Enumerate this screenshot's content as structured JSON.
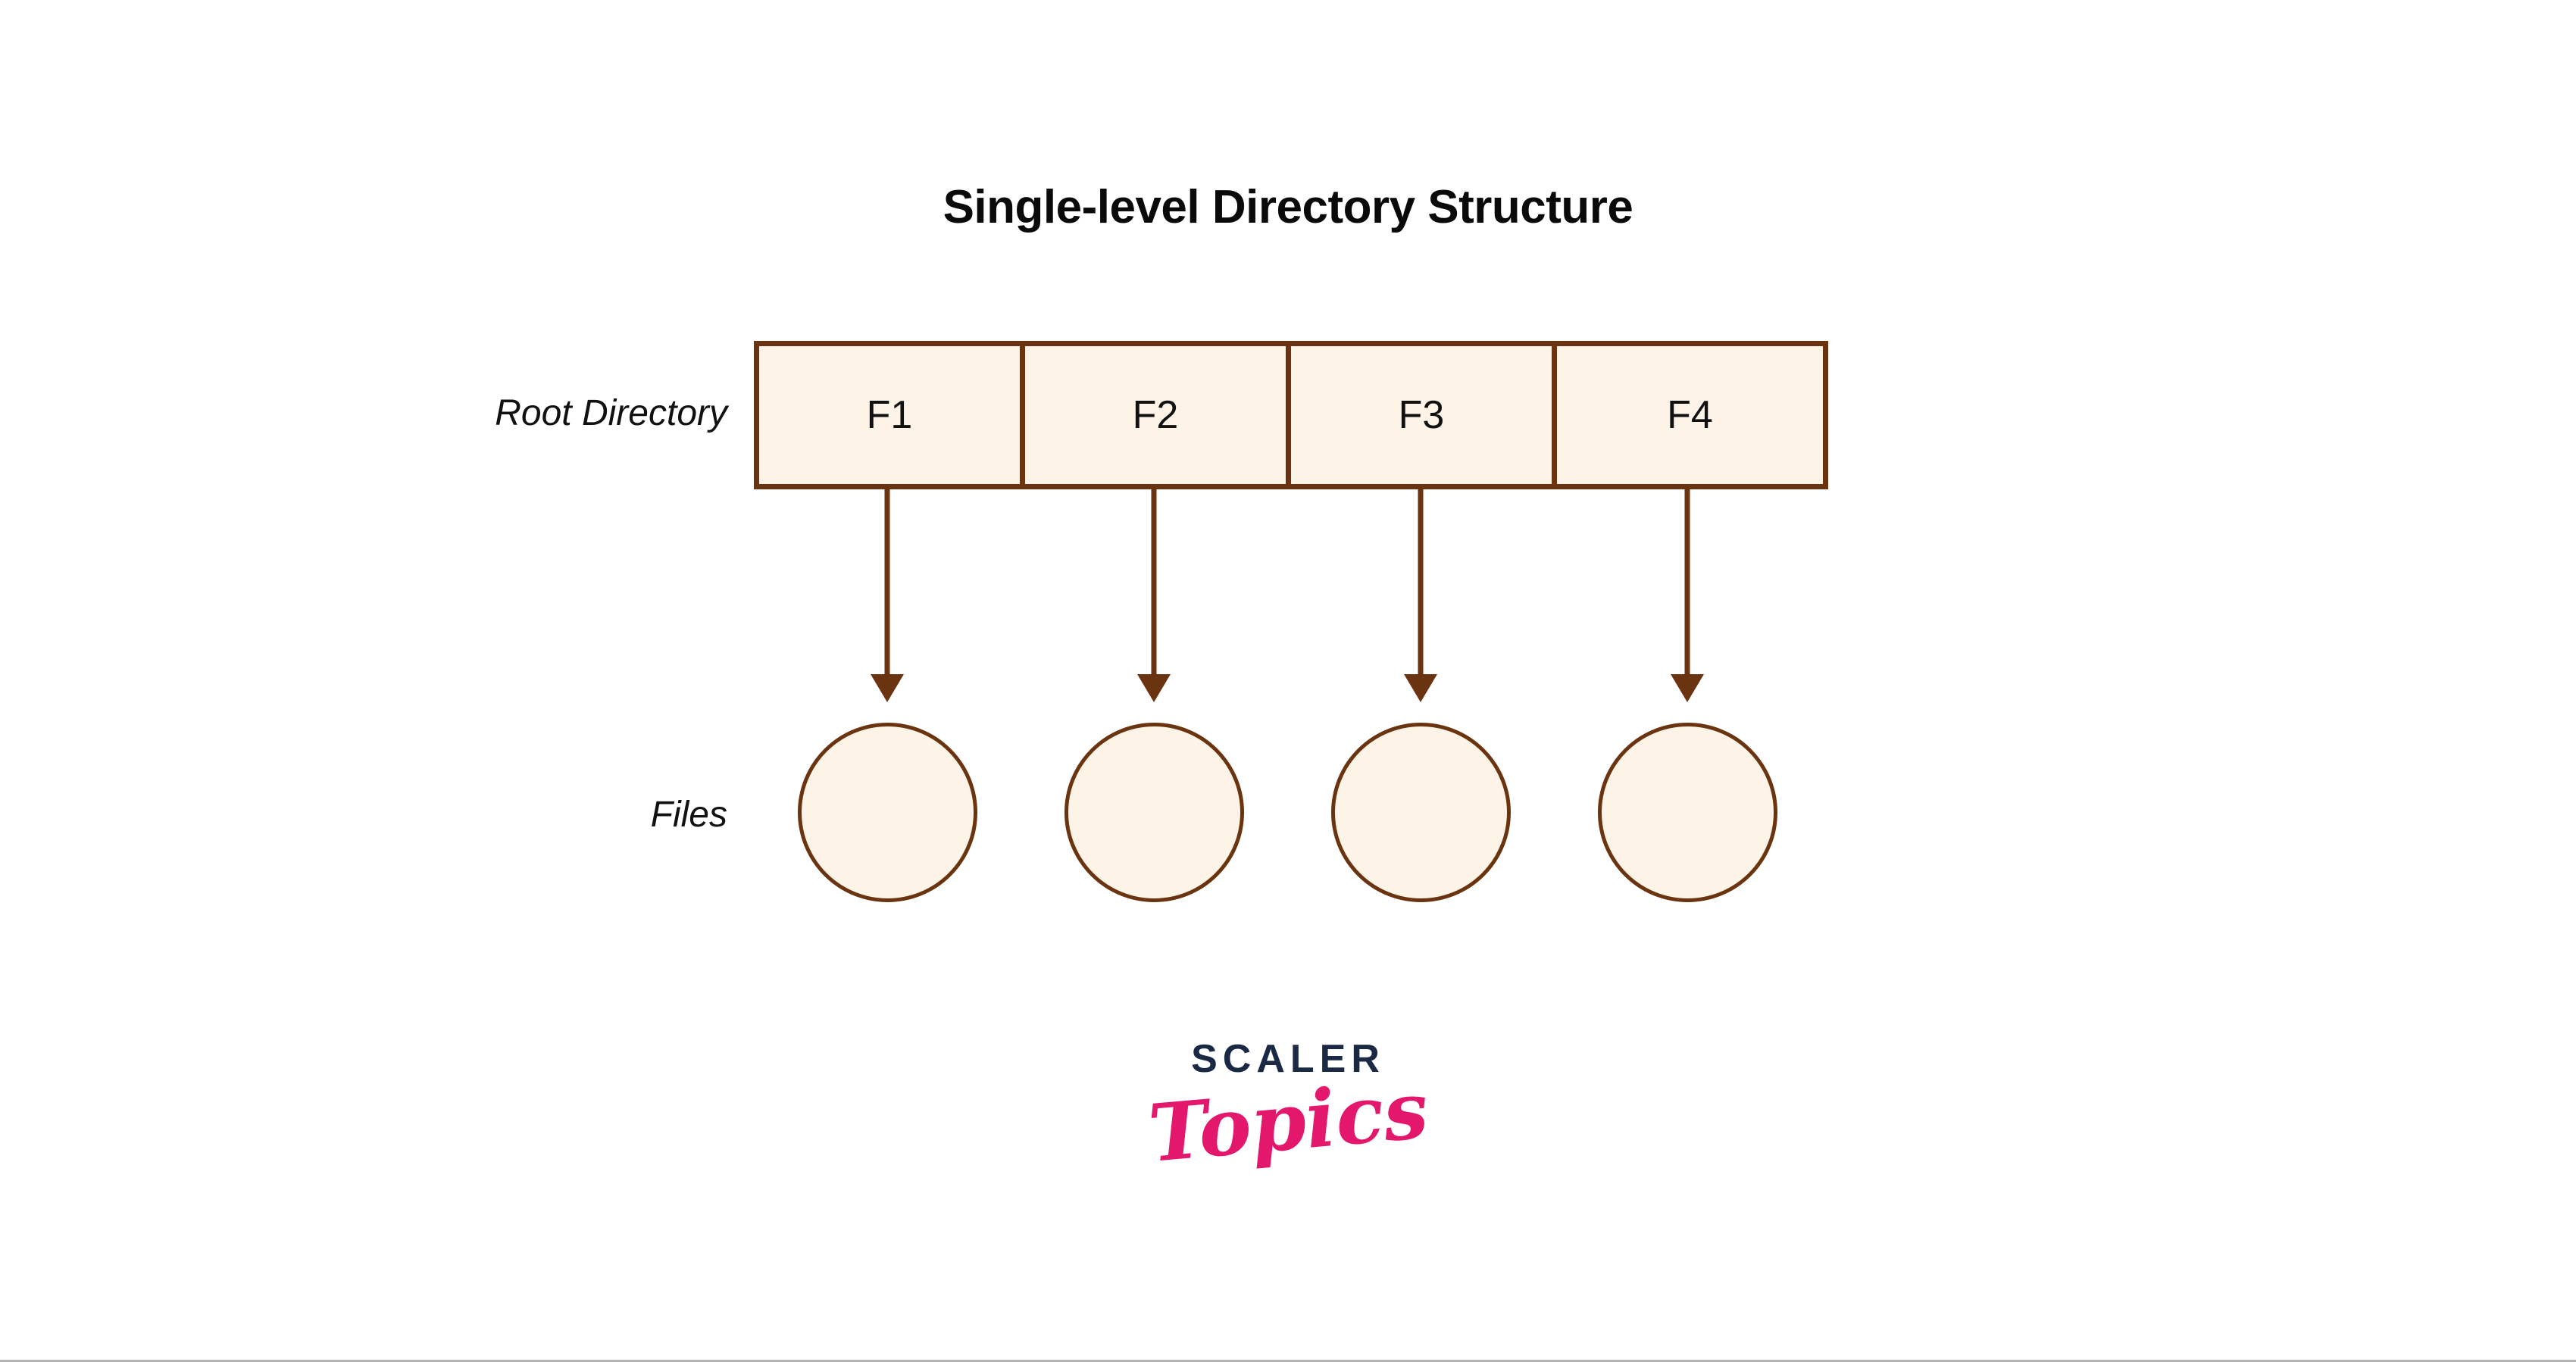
{
  "diagram": {
    "title": "Single-level Directory Structure",
    "type": "directory-structure-diagram",
    "labels": {
      "root_directory": "Root Directory",
      "files": "Files"
    },
    "root_directory_cells": [
      {
        "label": "F1"
      },
      {
        "label": "F2"
      },
      {
        "label": "F3"
      },
      {
        "label": "F4"
      }
    ],
    "file_nodes": [
      {
        "name": "file-circle-1"
      },
      {
        "name": "file-circle-2"
      },
      {
        "name": "file-circle-3"
      },
      {
        "name": "file-circle-4"
      }
    ],
    "arrows": [
      {
        "from": "F1",
        "to": "file-circle-1"
      },
      {
        "from": "F2",
        "to": "file-circle-2"
      },
      {
        "from": "F3",
        "to": "file-circle-3"
      },
      {
        "from": "F4",
        "to": "file-circle-4"
      }
    ],
    "colors": {
      "fill": "#fdf3e7",
      "stroke": "#6a3410",
      "title_text": "#0a0a0a",
      "label_text": "#111111",
      "page_background": "#ffffff",
      "bottom_rule": "#b5b5b5"
    }
  },
  "logo": {
    "brand": "SCALER",
    "product": "Topics",
    "brand_color": "#1b2a44",
    "product_color": "#e3176b"
  }
}
